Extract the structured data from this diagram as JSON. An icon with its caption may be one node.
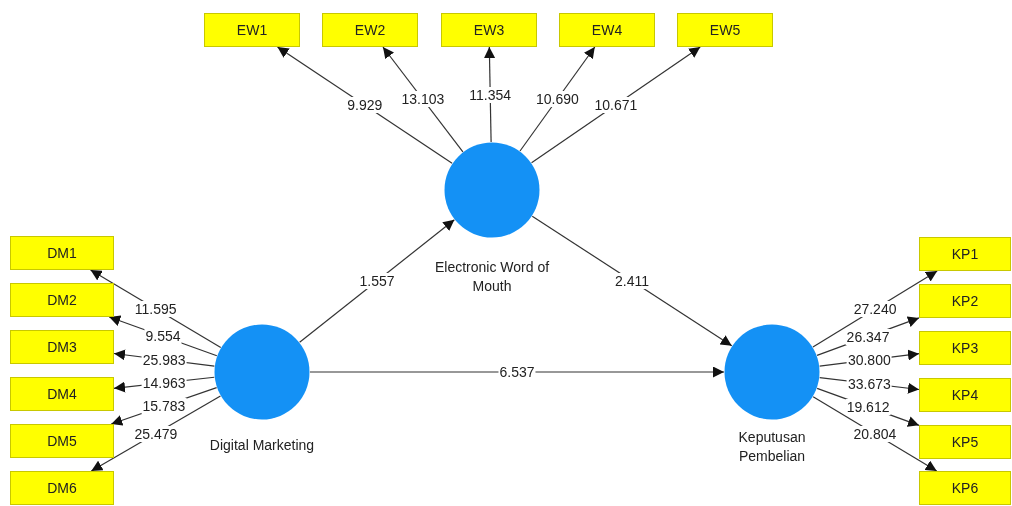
{
  "diagram": {
    "nodes": [
      {
        "text": [
          "EW1"
        ]
      },
      {
        "text": [
          "EW2"
        ]
      },
      {
        "text": [
          "EW3"
        ]
      },
      {
        "text": [
          "EW4"
        ]
      },
      {
        "text": [
          "EW5"
        ]
      },
      {
        "text": [
          "Electronic Word of Mouth"
        ]
      },
      {
        "text": [
          "DM1"
        ]
      },
      {
        "text": [
          "DM2"
        ]
      },
      {
        "text": [
          "DM3"
        ]
      },
      {
        "text": [
          "DM4"
        ]
      },
      {
        "text": [
          "DM5"
        ]
      },
      {
        "text": [
          "DM6"
        ]
      },
      {
        "text": [
          "Digital Marketing"
        ]
      },
      {
        "text": [
          "Keputusan Pembelian"
        ]
      },
      {
        "text": [
          "KP1"
        ]
      },
      {
        "text": [
          "KP2"
        ]
      },
      {
        "text": [
          "KP3"
        ]
      },
      {
        "text": [
          "KP4"
        ]
      },
      {
        "text": [
          "KP5"
        ]
      },
      {
        "text": [
          "KP6"
        ]
      }
    ],
    "edges": [
      {
        "from": 5,
        "to": 0,
        "arrow": "to",
        "label": "9.929"
      },
      {
        "from": 5,
        "to": 1,
        "arrow": "to",
        "label": "13.103"
      },
      {
        "from": 5,
        "to": 2,
        "arrow": "to",
        "label": "11.354"
      },
      {
        "from": 5,
        "to": 3,
        "arrow": "to",
        "label": "10.690"
      },
      {
        "from": 5,
        "to": 4,
        "arrow": "to",
        "label": "10.671"
      },
      {
        "from": 12,
        "to": 6,
        "arrow": "to",
        "label": "11.595"
      },
      {
        "from": 12,
        "to": 7,
        "arrow": "to",
        "label": "9.554"
      },
      {
        "from": 12,
        "to": 8,
        "arrow": "to",
        "label": "25.983"
      },
      {
        "from": 12,
        "to": 9,
        "arrow": "to",
        "label": "14.963"
      },
      {
        "from": 12,
        "to": 10,
        "arrow": "to",
        "label": "15.783"
      },
      {
        "from": 12,
        "to": 11,
        "arrow": "to",
        "label": "25.479"
      },
      {
        "from": 12,
        "to": 5,
        "arrow": "to",
        "label": "1.557"
      },
      {
        "from": 5,
        "to": 13,
        "arrow": "to",
        "label": "2.411"
      },
      {
        "from": 12,
        "to": 13,
        "arrow": "to",
        "label": "6.537"
      },
      {
        "from": 13,
        "to": 14,
        "arrow": "to",
        "label": "27.240"
      },
      {
        "from": 13,
        "to": 15,
        "arrow": "to",
        "label": "26.347"
      },
      {
        "from": 13,
        "to": 16,
        "arrow": "to",
        "label": "30.800"
      },
      {
        "from": 13,
        "to": 17,
        "arrow": "to",
        "label": "33.673"
      },
      {
        "from": 13,
        "to": 18,
        "arrow": "to",
        "label": "19.612"
      },
      {
        "from": 13,
        "to": 19,
        "arrow": "to",
        "label": "20.804"
      }
    ]
  }
}
